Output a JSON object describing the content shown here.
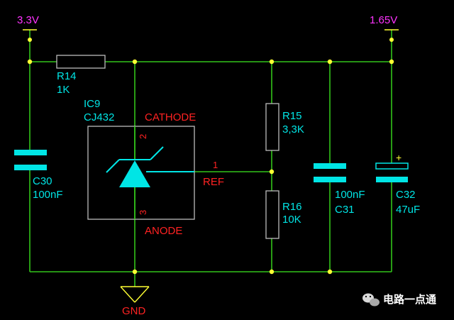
{
  "power": {
    "vin": "3.3V",
    "vref_out": "1.65V",
    "ground": "GND"
  },
  "components": {
    "r14": {
      "ref": "R14",
      "value": "1K"
    },
    "r15": {
      "ref": "R15",
      "value": "3,3K"
    },
    "r16": {
      "ref": "R16",
      "value": "10K"
    },
    "c30": {
      "ref": "C30",
      "value": "100nF"
    },
    "c31": {
      "ref": "C31",
      "value": "100nF"
    },
    "c32": {
      "ref": "C32",
      "value": "47uF",
      "polarity": "+"
    },
    "ic9": {
      "ref": "IC9",
      "part": "CJ432",
      "cathode": "CATHODE",
      "anode": "ANODE",
      "ref_pin": "REF",
      "pin_cathode": "2",
      "pin_anode": "3",
      "pin_ref": "1"
    }
  },
  "watermark": {
    "text": "电路一点通",
    "icon": "wechat-icon"
  },
  "colors": {
    "background": "#000000",
    "wire": "#33c41a",
    "component": "#00e5e5",
    "junction": "#ffff33",
    "pin_label": "#ff2222",
    "power_label": "#ff33ff"
  }
}
